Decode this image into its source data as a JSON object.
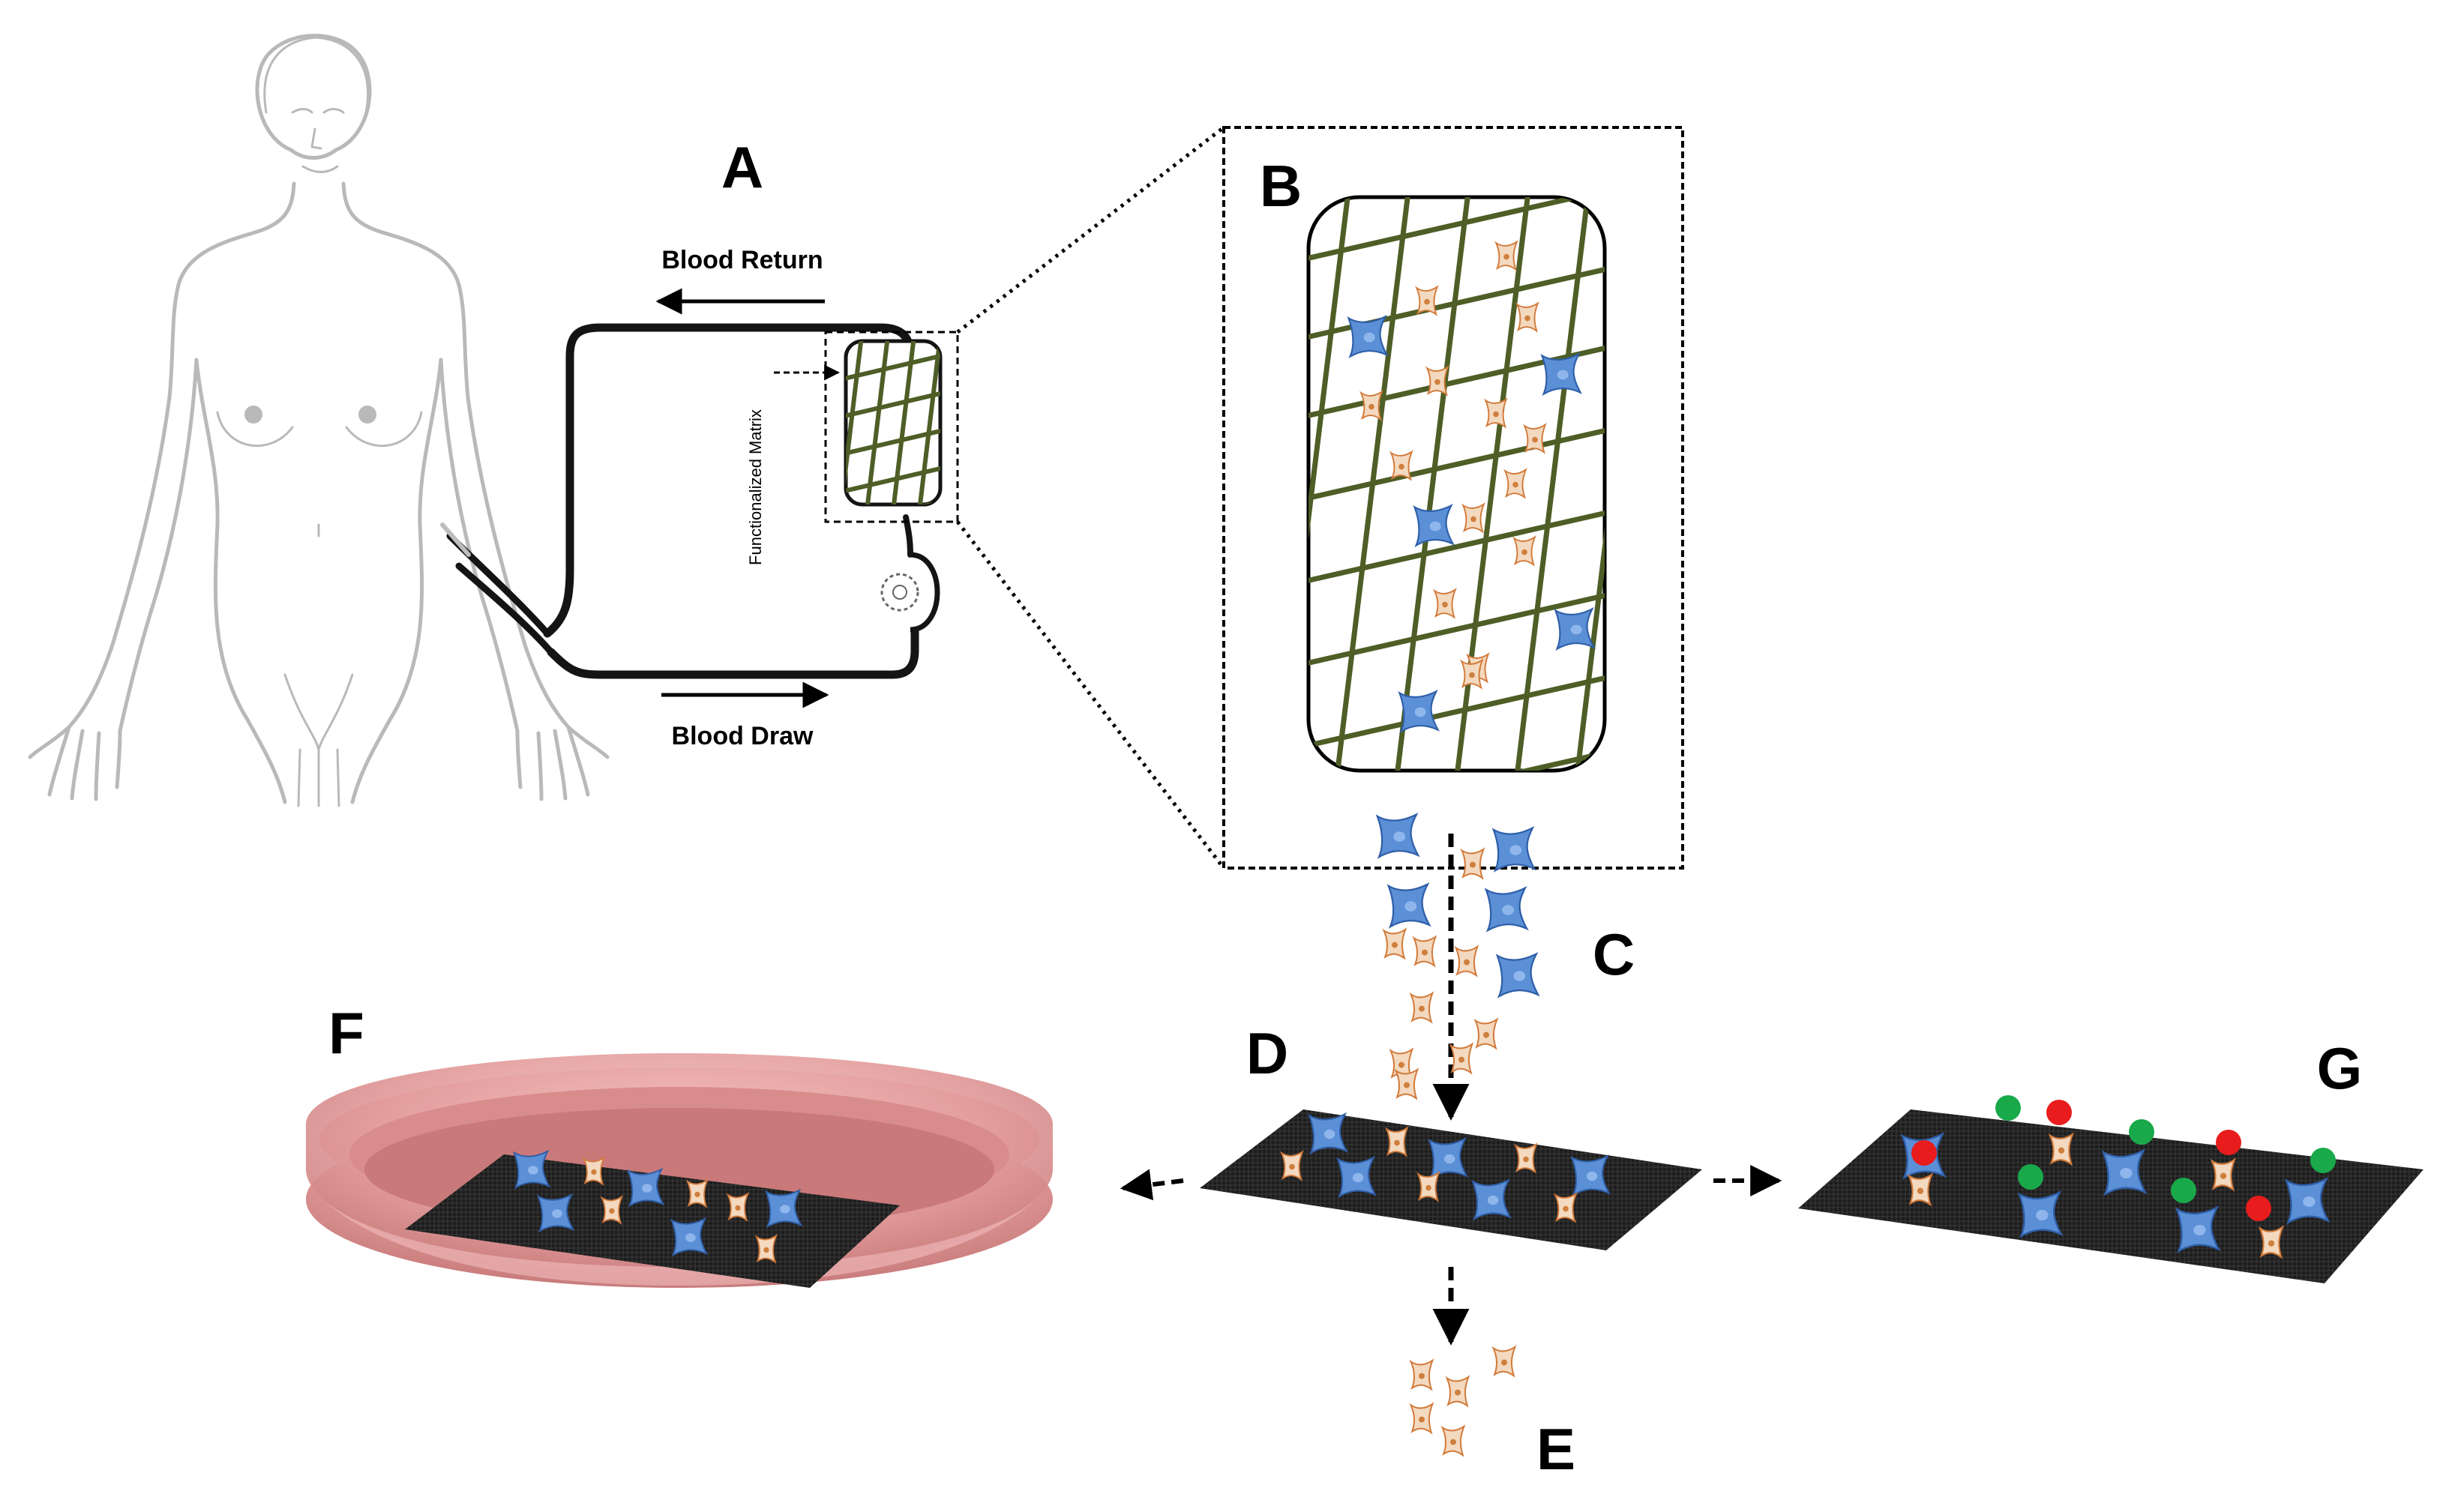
{
  "panels": {
    "a": "A",
    "b": "B",
    "c": "C",
    "d": "D",
    "e": "E",
    "f": "F",
    "g": "G"
  },
  "labels": {
    "blood_return": "Blood Return",
    "blood_draw": "Blood Draw",
    "functionalized_matrix": "Functionalized Matrix"
  },
  "colors": {
    "fiber": "#4e5e26",
    "cell_blue": "#5b8fd6",
    "cell_orange_fill": "#f3d9bf",
    "cell_orange_edge": "#d27a3a",
    "nucleus": "#cf7f3d",
    "dish": "#e09a9a",
    "marker_red": "#e81c1c",
    "marker_green": "#19a94a",
    "membrane": "#1d1d1d"
  },
  "icons": {
    "figure": "human-figure-outline",
    "pump": "pump-icon"
  }
}
